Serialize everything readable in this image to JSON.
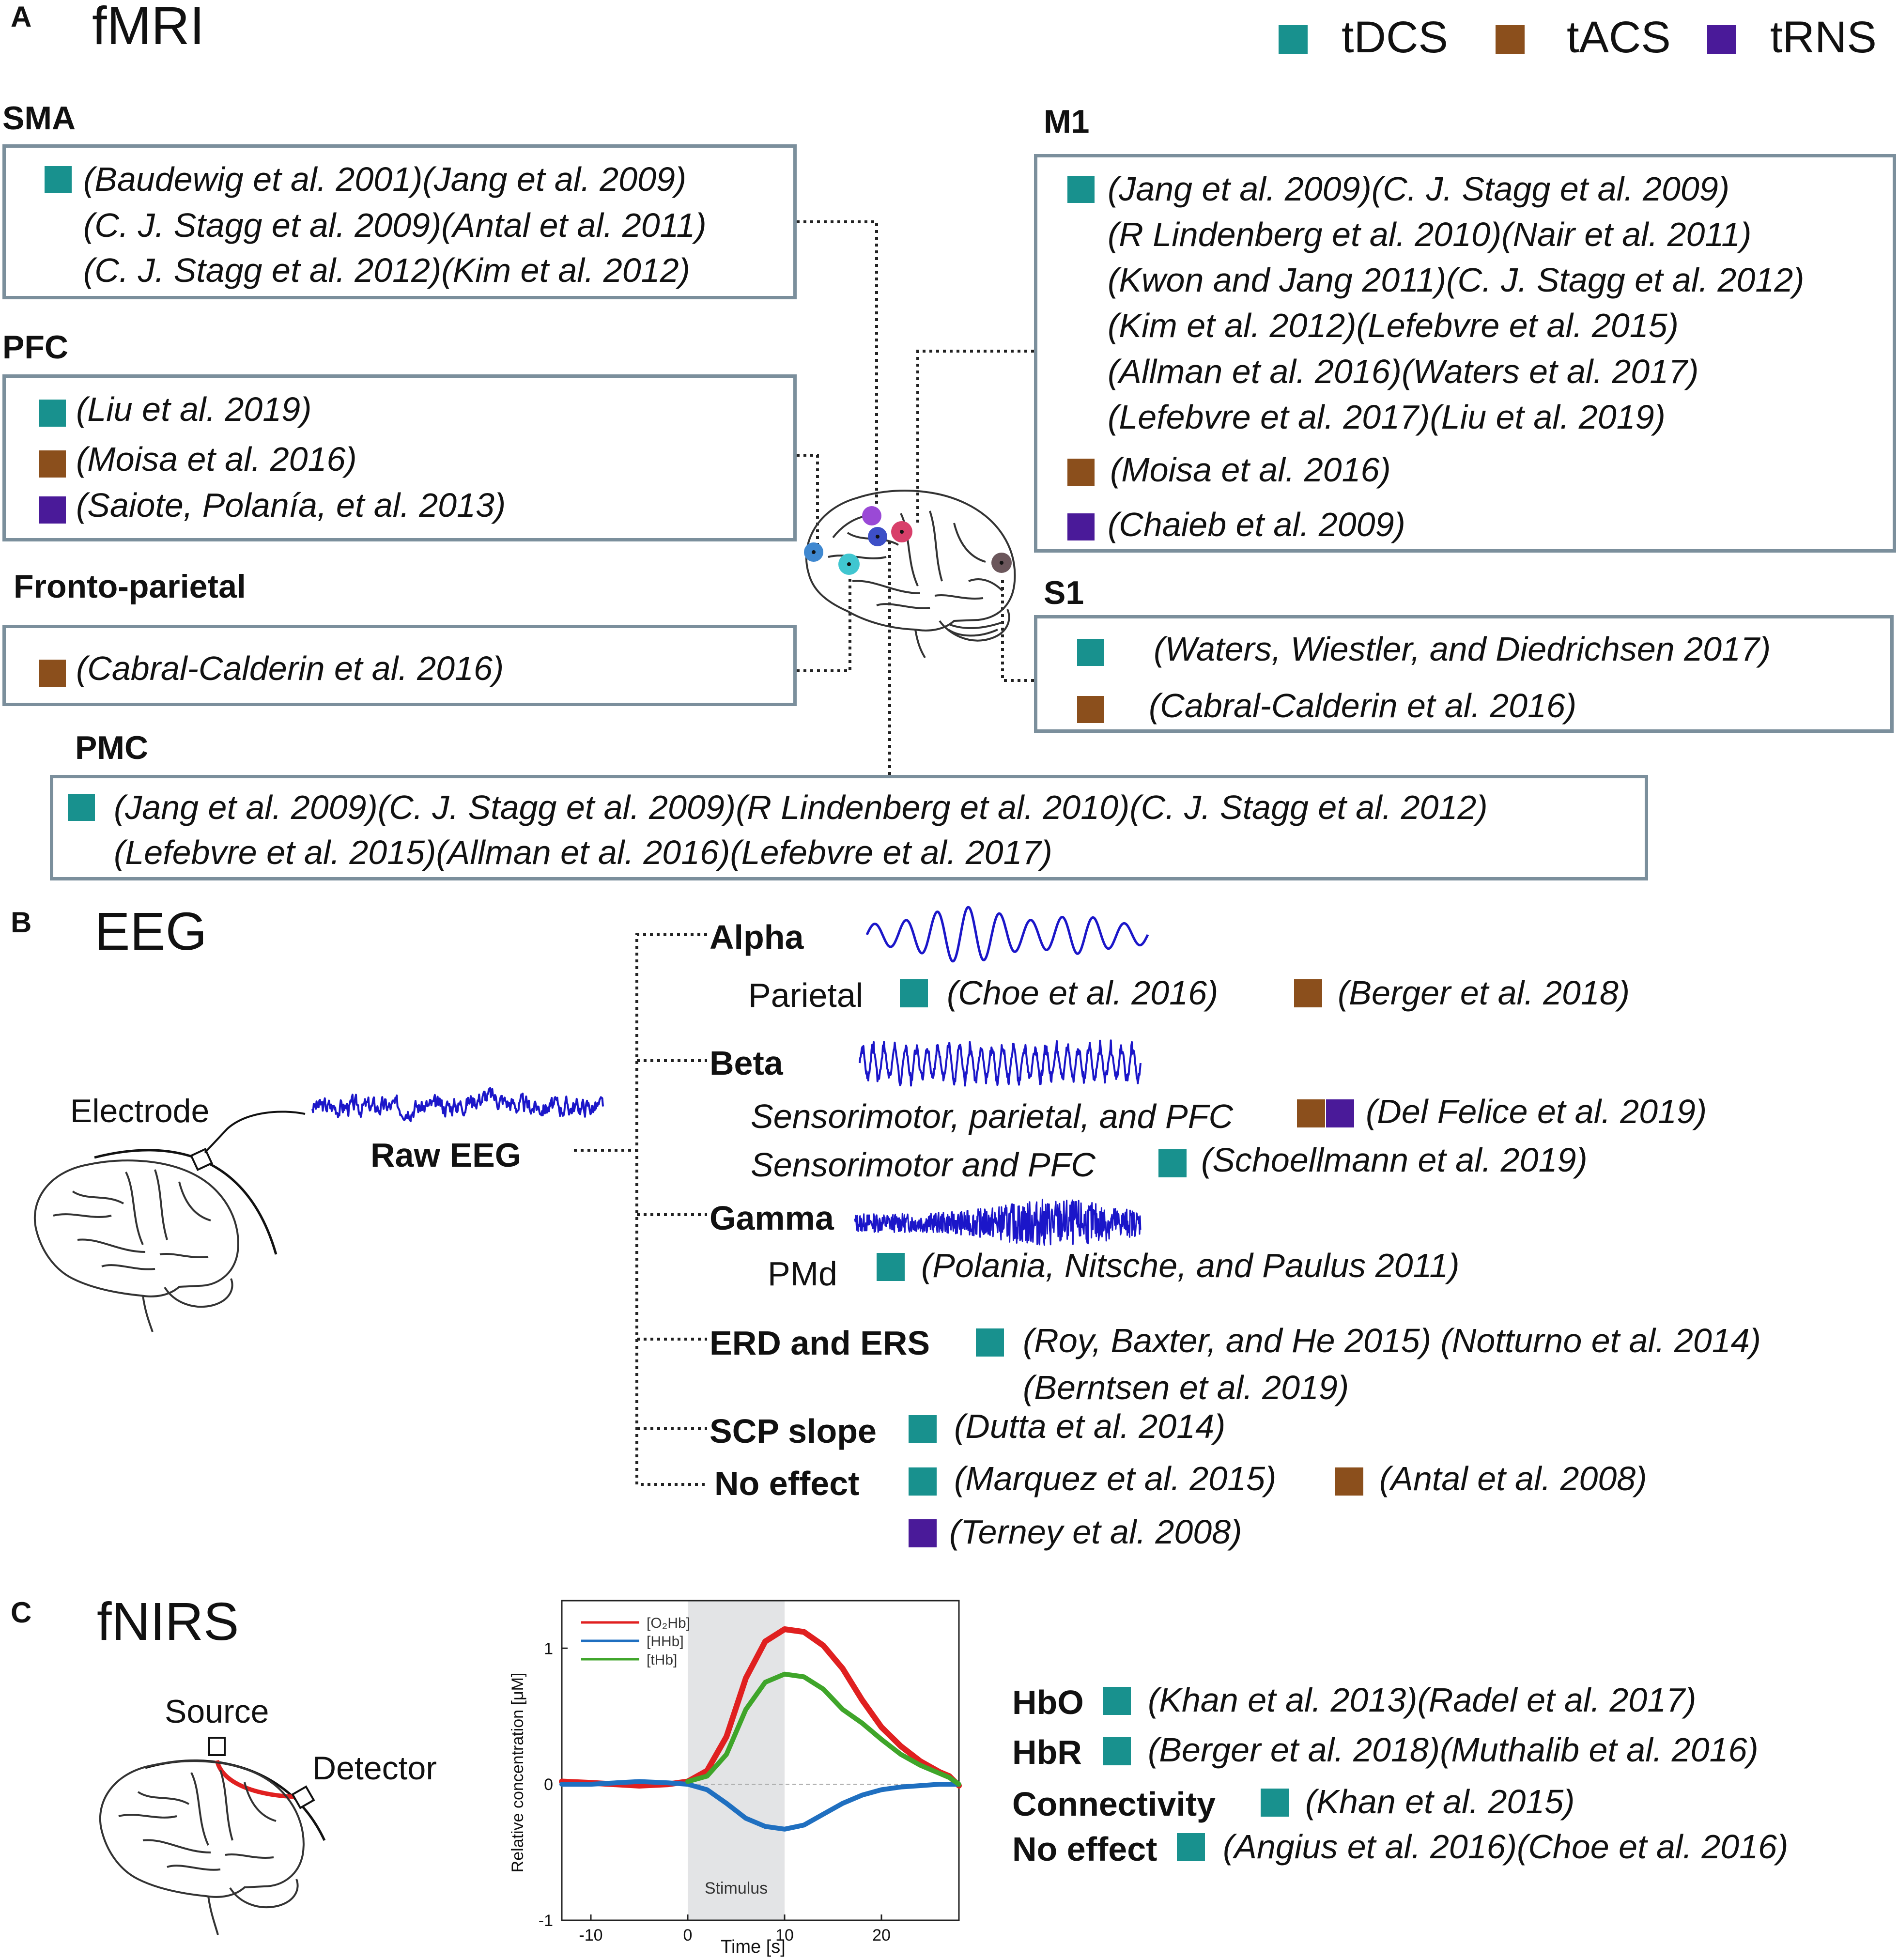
{
  "colors": {
    "tDCS": "#18918e",
    "tACS": "#8b4f1c",
    "tRNS": "#4a1a99",
    "box_border": "#7b8f9c",
    "wave": "#1b16c9"
  },
  "legend": [
    {
      "label": "tDCS",
      "color": "#18918e"
    },
    {
      "label": "tACS",
      "color": "#8b4f1c"
    },
    {
      "label": "tRNS",
      "color": "#4a1a99"
    }
  ],
  "panel_a": {
    "letter": "A",
    "title": "fMRI",
    "sma": {
      "label": "SMA",
      "lines": [
        "(Baudewig et al. 2001)(Jang et al. 2009)",
        "(C. J. Stagg et al. 2009)(Antal et al. 2011)",
        "(C. J. Stagg et al. 2012)(Kim et al. 2012)"
      ]
    },
    "pfc": {
      "label": "PFC",
      "lines": [
        "(Liu et al. 2019)",
        "(Moisa et al. 2016)",
        "(Saiote, Polanía, et al. 2013)"
      ]
    },
    "fp": {
      "label": "Fronto-parietal",
      "lines": [
        "(Cabral-Calderin et al. 2016)"
      ]
    },
    "pmc": {
      "label": "PMC",
      "lines": [
        "(Jang et al. 2009)(C. J. Stagg et al. 2009)(R Lindenberg et al. 2010)(C. J. Stagg et al. 2012)",
        "(Lefebvre et al. 2015)(Allman et al. 2016)(Lefebvre et al. 2017)"
      ]
    },
    "m1": {
      "label": "M1",
      "lines": [
        "(Jang et al. 2009)(C. J. Stagg et al. 2009)",
        "(R Lindenberg et al. 2010)(Nair et al. 2011)",
        "(Kwon and Jang 2011)(C. J. Stagg et al. 2012)",
        "(Kim et al. 2012)(Lefebvre et al. 2015)",
        "(Allman et al. 2016)(Waters et al. 2017)",
        "(Lefebvre et al. 2017)(Liu et al. 2019)",
        "(Moisa et al. 2016)",
        "(Chaieb et al. 2009)"
      ]
    },
    "s1": {
      "label": "S1",
      "lines": [
        "(Waters, Wiestler, and Diedrichsen 2017)",
        "(Cabral-Calderin et al. 2016)"
      ]
    }
  },
  "panel_b": {
    "letter": "B",
    "title": "EEG",
    "electrode": "Electrode",
    "raw": "Raw EEG",
    "alpha": {
      "label": "Alpha",
      "sub": "Parietal",
      "refs": [
        "(Choe et al. 2016)",
        "(Berger et al. 2018)"
      ]
    },
    "beta": {
      "label": "Beta",
      "sub1": "Sensorimotor, parietal, and PFC",
      "ref1": "(Del Felice et al. 2019)",
      "sub2": "Sensorimotor and PFC",
      "ref2": "(Schoellmann et al. 2019)"
    },
    "gamma": {
      "label": "Gamma",
      "sub": "PMd",
      "ref": "(Polania, Nitsche, and Paulus 2011)"
    },
    "erd": {
      "label": "ERD and ERS",
      "ref1": "(Roy, Baxter, and He 2015) (Notturno et al. 2014)",
      "ref2": "(Berntsen et al. 2019)"
    },
    "scp": {
      "label": "SCP slope",
      "ref": "(Dutta et al. 2014)"
    },
    "none": {
      "label": "No effect",
      "ref1": "(Marquez et al. 2015)",
      "ref2": "(Antal et al. 2008)",
      "ref3": "(Terney et al. 2008)"
    }
  },
  "panel_c": {
    "letter": "C",
    "title": "fNIRS",
    "source": "Source",
    "detector": "Detector",
    "results": [
      {
        "label": "HbO",
        "ref": "(Khan et al. 2013)(Radel et al. 2017)"
      },
      {
        "label": "HbR",
        "ref": "(Berger et al. 2018)(Muthalib et al. 2016)"
      },
      {
        "label": "Connectivity",
        "ref": "(Khan et al. 2015)"
      },
      {
        "label": "No effect",
        "ref": "(Angius et al. 2016)(Choe et al. 2016)"
      }
    ]
  },
  "chart_data": {
    "type": "line",
    "xlabel": "Time [s]",
    "ylabel": "Relative concentration [μM]",
    "xlim": [
      -13,
      28
    ],
    "ylim": [
      -1,
      1.35
    ],
    "xticks": [
      "-10",
      "0",
      "10",
      "20"
    ],
    "yticks": [
      "-1",
      "0",
      "1"
    ],
    "annotation": "Stimulus",
    "stimulus": [
      0,
      10
    ],
    "series": [
      {
        "name": "[O₂Hb]",
        "color": "#e02020",
        "x": [
          -13,
          -10,
          -5,
          -2,
          0,
          2,
          4,
          6,
          8,
          10,
          12,
          14,
          16,
          18,
          20,
          22,
          24,
          26,
          27,
          28
        ],
        "y": [
          0.02,
          0.01,
          -0.01,
          0,
          0.02,
          0.1,
          0.35,
          0.78,
          1.05,
          1.14,
          1.12,
          1.02,
          0.85,
          0.62,
          0.42,
          0.28,
          0.17,
          0.09,
          0.06,
          -0.01
        ]
      },
      {
        "name": "[HHb]",
        "color": "#1f6fc0",
        "x": [
          -13,
          -10,
          -5,
          -2,
          0,
          2,
          4,
          6,
          8,
          10,
          12,
          14,
          16,
          18,
          20,
          22,
          24,
          26,
          27,
          28
        ],
        "y": [
          0,
          0,
          0.02,
          0.01,
          0,
          -0.04,
          -0.14,
          -0.25,
          -0.31,
          -0.33,
          -0.3,
          -0.22,
          -0.14,
          -0.08,
          -0.04,
          -0.02,
          -0.01,
          0,
          0,
          0
        ]
      },
      {
        "name": "[tHb]",
        "color": "#3fa52a",
        "x": [
          0,
          2,
          4,
          6,
          8,
          10,
          12,
          14,
          16,
          18,
          20,
          22,
          24,
          26,
          27,
          28
        ],
        "y": [
          0.02,
          0.06,
          0.22,
          0.55,
          0.75,
          0.81,
          0.79,
          0.7,
          0.55,
          0.45,
          0.33,
          0.22,
          0.14,
          0.08,
          0.05,
          0
        ]
      }
    ]
  }
}
